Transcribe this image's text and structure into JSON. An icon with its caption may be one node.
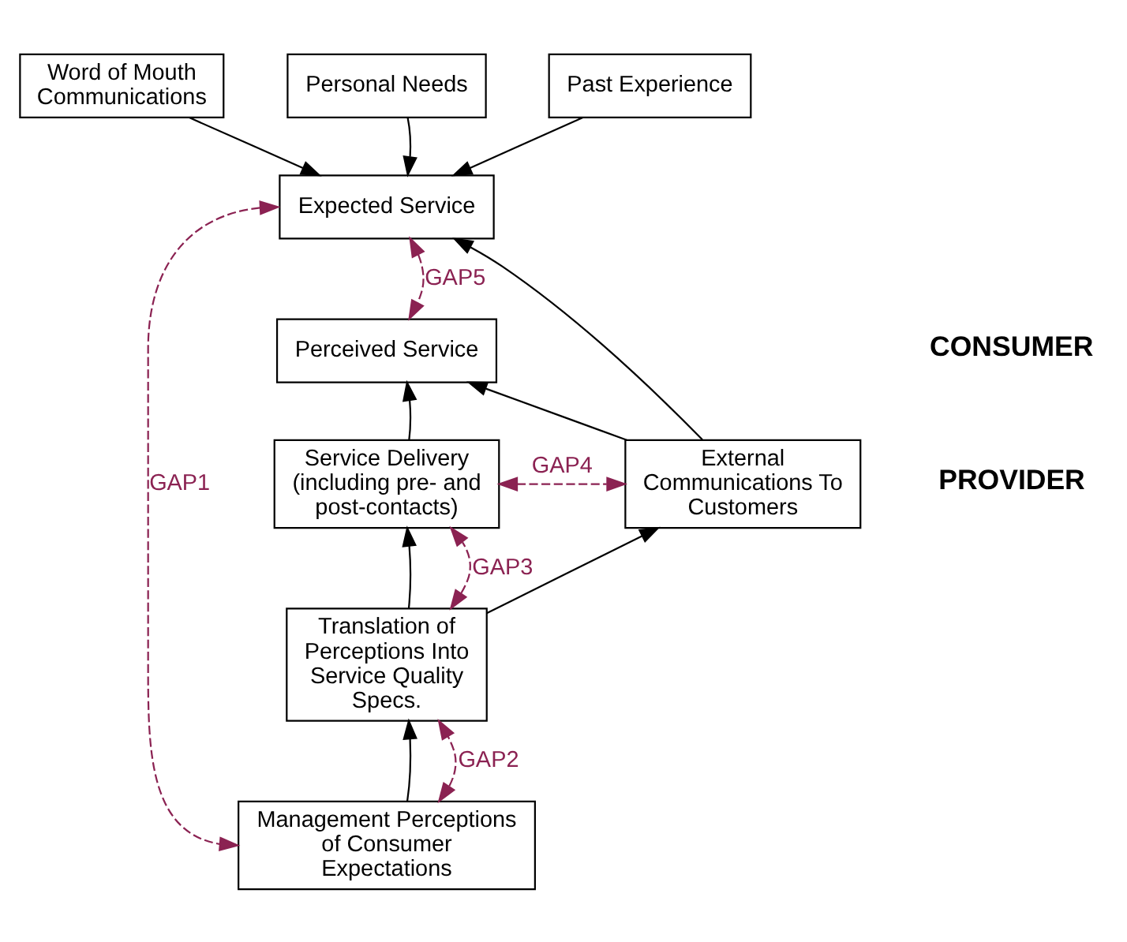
{
  "diagram": {
    "nodes": [
      {
        "text": [
          "Word of Mouth Communications"
        ]
      },
      {
        "text": [
          "Personal Needs"
        ]
      },
      {
        "text": [
          "Past Experience"
        ]
      },
      {
        "text": [
          "Expected Service"
        ]
      },
      {
        "text": [
          "Perceived Service"
        ]
      },
      {
        "text": [
          "Service Delivery (including pre- and post-contacts)"
        ]
      },
      {
        "text": [
          "External Communications To Customers"
        ]
      },
      {
        "text": [
          "Translation of Perceptions Into Service Quality Specs."
        ]
      },
      {
        "text": [
          "Management Perceptions of Consumer Expectations"
        ]
      }
    ],
    "edges": [
      {
        "from": 0,
        "to": 3,
        "arrow": "to"
      },
      {
        "from": 1,
        "to": 3,
        "arrow": "to"
      },
      {
        "from": 2,
        "to": 3,
        "arrow": "to"
      },
      {
        "from": 6,
        "to": 3,
        "arrow": "to"
      },
      {
        "from": 6,
        "to": 4,
        "arrow": "to"
      },
      {
        "from": 5,
        "to": 4,
        "arrow": "to"
      },
      {
        "from": 7,
        "to": 5,
        "arrow": "to"
      },
      {
        "from": 7,
        "to": 6,
        "arrow": "to"
      },
      {
        "from": 8,
        "to": 7,
        "arrow": "to"
      },
      {
        "from": 3,
        "to": 4,
        "arrow": "both",
        "label": "GAP5",
        "style": "dashed",
        "color": "#8b2252"
      },
      {
        "from": 5,
        "to": 6,
        "arrow": "both",
        "label": "GAP4",
        "style": "dashed",
        "color": "#8b2252"
      },
      {
        "from": 7,
        "to": 5,
        "arrow": "both",
        "label": "GAP3",
        "style": "dashed",
        "color": "#8b2252"
      },
      {
        "from": 8,
        "to": 7,
        "arrow": "both",
        "label": "GAP2",
        "style": "dashed",
        "color": "#8b2252"
      },
      {
        "from": 3,
        "to": 8,
        "arrow": "both",
        "label": "GAP1",
        "style": "dashed",
        "color": "#8b2252"
      }
    ],
    "labels": [
      "CONSUMER",
      "PROVIDER"
    ]
  }
}
